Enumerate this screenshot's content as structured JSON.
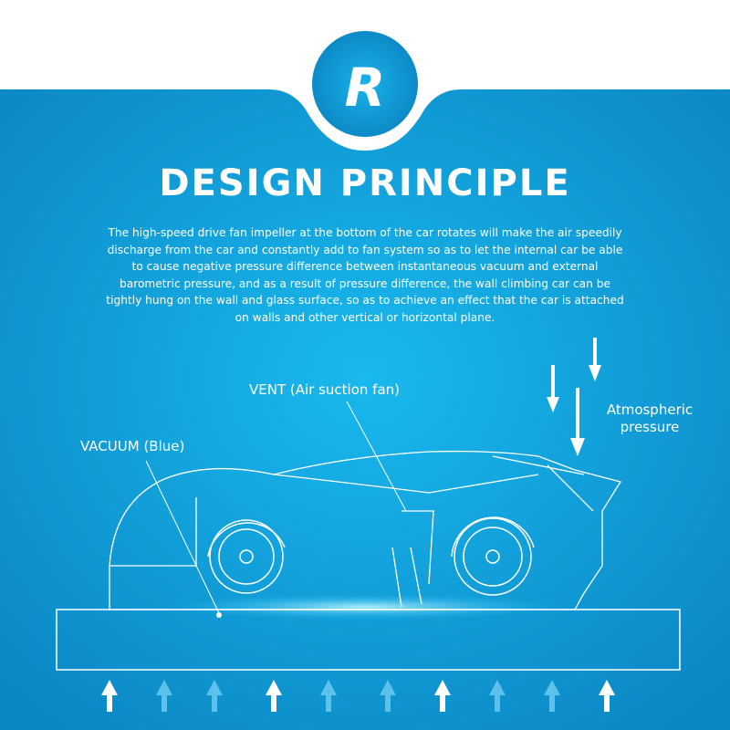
{
  "logo": {
    "letter": "R"
  },
  "title": "DESIGN PRINCIPLE",
  "description": "The high-speed drive fan impeller at the bottom of the car rotates will make the air speedily discharge from the car and constantly add to fan system so as to let the internal car be able to cause negative pressure difference between instantaneous vacuum and external barometric pressure, and as a result of pressure difference, the wall climbing car can be tightly hung on the wall and glass surface, so as to achieve an effect that the car is attached on walls and other vertical or horizontal plane.",
  "labels": {
    "vent": "VENT (Air suction fan)",
    "vacuum": "VACUUM (Blue)",
    "atmospheric": "Atmospheric pressure"
  },
  "colors": {
    "brand_blue": "#0e8cc8",
    "light_blue": "#16b4ea",
    "arrow_light": "#5cc2ec"
  }
}
